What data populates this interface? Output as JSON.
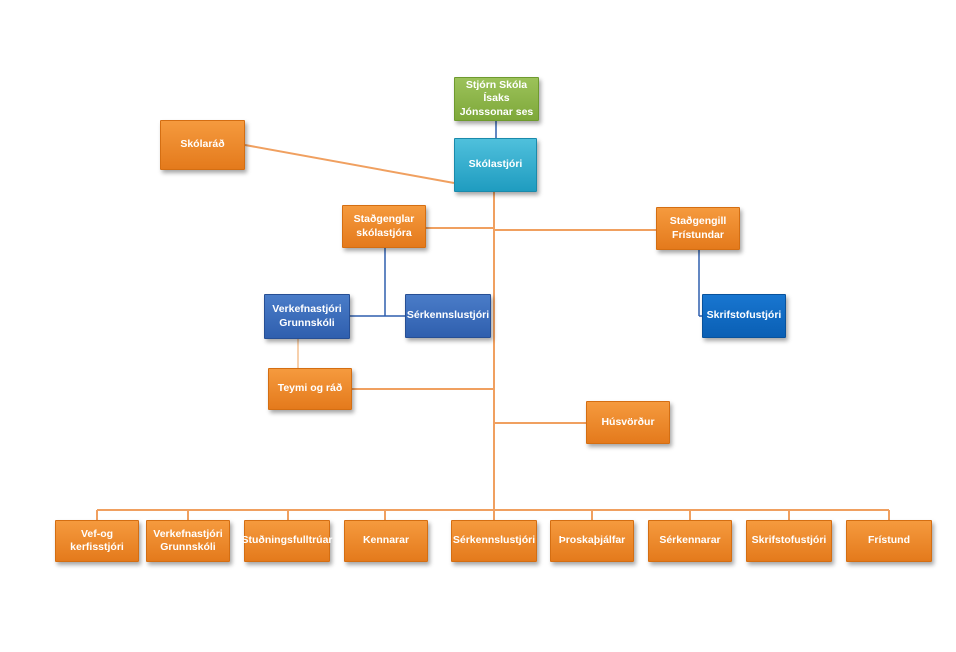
{
  "board": "Stjórn Skóla Ísaks\nJónssonar ses",
  "principal": "Skólastjóri",
  "school_council": "Skólaráð",
  "deputy_principals": "Staðgenglar\nskólastjóra",
  "deputy_leisure": "Staðgengill\nFrístundar",
  "project_manager": "Verkefnastjóri\nGrunnskóli",
  "special_ed_manager": "Sérkennslustjóri",
  "office_manager": "Skrifstofustjóri",
  "teams": "Teymi og ráð",
  "caretaker": "Húsvörður",
  "bottom_row": [
    "Vef-og kerfisstjóri",
    "Verkefnastjóri\nGrunnskóli",
    "Stuðningsfulltrúar",
    "Kennarar",
    "Sérkennslustjóri",
    "Þroskaþjálfar",
    "Sérkennarar",
    "Skrifstofustjóri",
    "Frístund"
  ],
  "colors": {
    "orange": "#ee8a2e",
    "green": "#8bb548",
    "teal": "#33afd0",
    "blue": "#3b6dbb",
    "blue_bright": "#1169c2",
    "connector_orange": "#f0a060",
    "connector_blue": "#2f5fae"
  }
}
